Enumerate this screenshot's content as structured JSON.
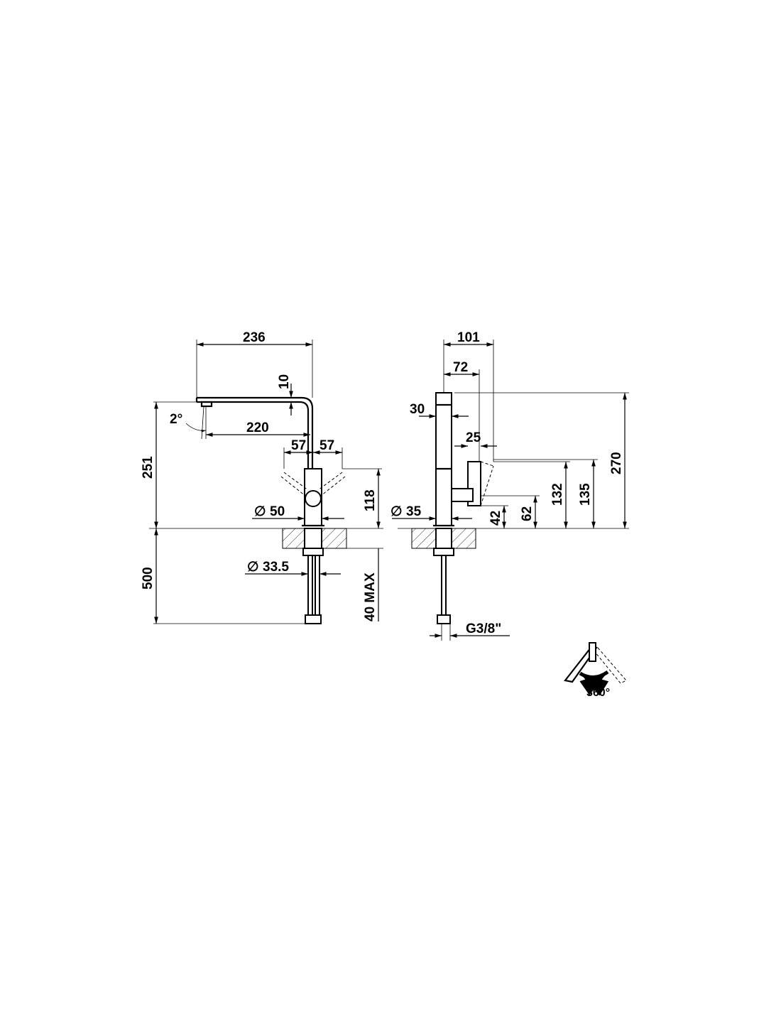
{
  "front_view": {
    "dim_total_reach": "236",
    "dim_spout_height": "10",
    "dim_tilt": "2°",
    "dim_spout_reach": "220",
    "dim_lever_left": "57",
    "dim_lever_right": "57",
    "dim_height": "251",
    "dim_lever_height": "118",
    "dim_body_diameter": "50",
    "dim_shank_diameter": "33.5",
    "dim_hose_length": "500",
    "dim_max_thickness": "40 MAX",
    "diameter_symbol": "∅"
  },
  "side_view": {
    "dim_depth": "101",
    "dim_spout_offset": "72",
    "dim_spout_width": "30",
    "dim_lever_offset": "25",
    "dim_total_height": "270",
    "dim_lever_top": "135",
    "dim_lever_mid": "132",
    "dim_lever_base": "62",
    "dim_lever_low": "42",
    "dim_body_diameter": "35",
    "dim_connection": "G3/8\"",
    "diameter_symbol": "∅"
  },
  "rotation_symbol": {
    "label": "360°"
  }
}
